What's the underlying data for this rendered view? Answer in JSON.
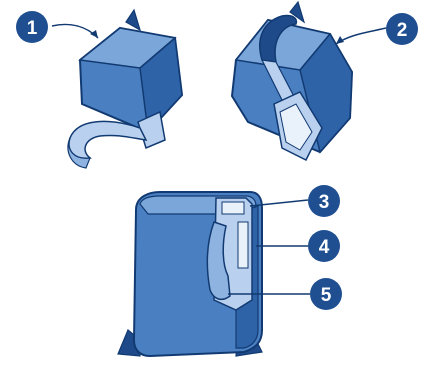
{
  "colors": {
    "body": "#4a80c2",
    "body_light": "#7aa6da",
    "body_dark": "#1e4a8a",
    "outline": "#123a72",
    "badge": "#1f4f91",
    "tape": "#b9d1ef",
    "tape_dark": "#8fb3e0",
    "contacts": "#e9f1fb"
  },
  "callouts": [
    {
      "number": "1",
      "target": "cartridge-with-pull-tab"
    },
    {
      "number": "2",
      "target": "cartridge-tape-removal"
    },
    {
      "number": "3",
      "target": "ink-nozzles"
    },
    {
      "number": "4",
      "target": "copper-contacts"
    },
    {
      "number": "5",
      "target": "plastic-tape"
    }
  ]
}
